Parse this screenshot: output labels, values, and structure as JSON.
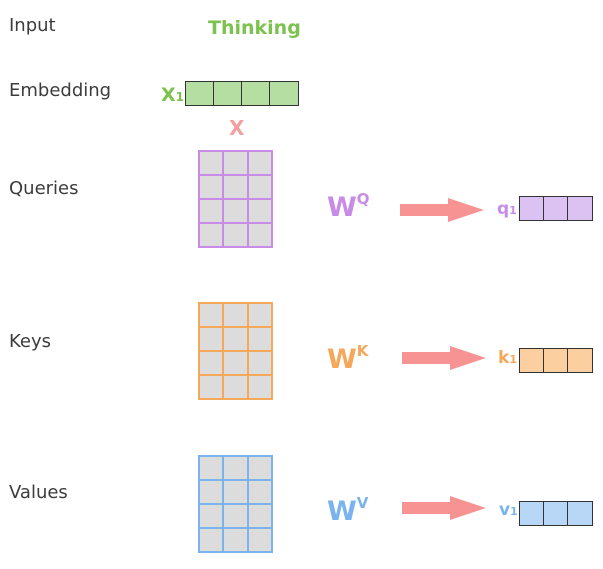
{
  "labels": {
    "input": "Input",
    "embedding": "Embedding",
    "queries": "Queries",
    "keys": "Keys",
    "values": "Values"
  },
  "input_word": "Thinking",
  "embedding_symbol": {
    "base": "X",
    "sub": "1"
  },
  "times_symbol": "X",
  "weights": [
    {
      "base": "W",
      "sup": "Q"
    },
    {
      "base": "W",
      "sup": "K"
    },
    {
      "base": "W",
      "sup": "V"
    }
  ],
  "outputs": [
    {
      "base": "q",
      "sub": "1"
    },
    {
      "base": "k",
      "sub": "1"
    },
    {
      "base": "v",
      "sub": "1"
    }
  ],
  "colors": {
    "input_green": "#7cc24e",
    "embedding_fill": "#b5dea3",
    "times_pink": "#f5a0a0",
    "query_purple": "#c88ce6",
    "query_fill": "#dcc2f2",
    "key_orange": "#f5a85a",
    "key_fill": "#fbcf9f",
    "value_blue": "#7ab3ee",
    "value_fill": "#b8d6f5",
    "arrow": "#f79393"
  }
}
